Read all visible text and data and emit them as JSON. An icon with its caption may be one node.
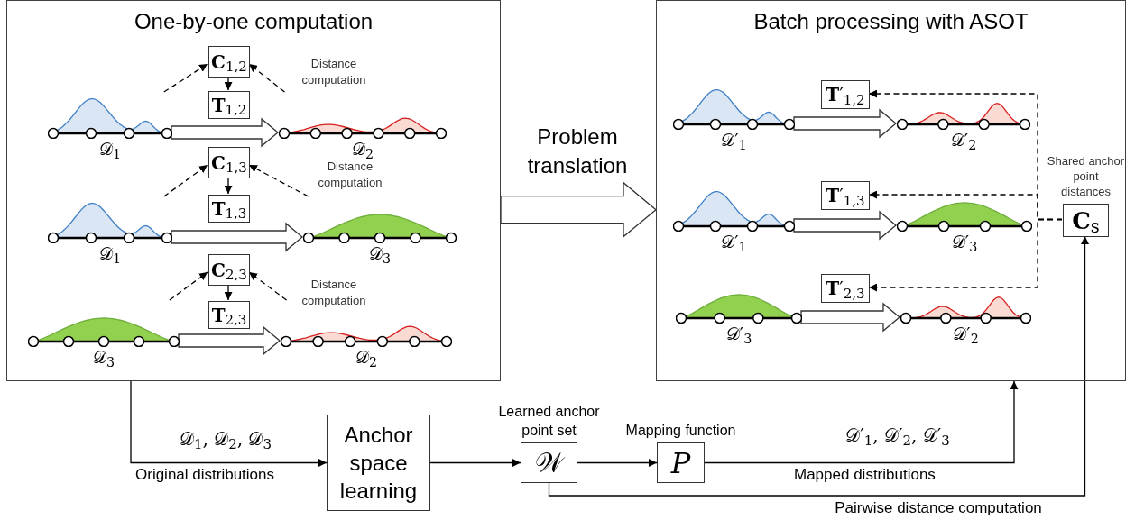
{
  "diagram": {
    "nodes": [
      {
        "text": [
          "One-by-one computation"
        ]
      },
      {
        "text": [
          "**C**$_{1,2}$"
        ],
        "in": 0
      },
      {
        "text": [
          "**T**$_{1,2}$"
        ],
        "in": 0
      },
      {
        "text": [
          "𝒟$_{1}$"
        ],
        "in": 0
      },
      {
        "text": [
          "𝒟$_{2}$"
        ],
        "in": 0
      },
      {
        "text": [
          "**C**$_{1,3}$"
        ],
        "in": 0
      },
      {
        "text": [
          "**T**$_{1,3}$"
        ],
        "in": 0
      },
      {
        "text": [
          "𝒟$_{1}$"
        ],
        "in": 0
      },
      {
        "text": [
          "𝒟$_{3}$"
        ],
        "in": 0
      },
      {
        "text": [
          "**C**$_{2,3}$"
        ],
        "in": 0
      },
      {
        "text": [
          "**T**$_{2,3}$"
        ],
        "in": 0
      },
      {
        "text": [
          "𝒟$_{3}$"
        ],
        "in": 0
      },
      {
        "text": [
          "𝒟$_{2}$"
        ],
        "in": 0
      },
      {
        "text": [
          "Batch processing with ASOT"
        ]
      },
      {
        "text": [
          "**T**′$_{1,2}$"
        ],
        "in": 13
      },
      {
        "text": [
          "𝒟′$_{1}$"
        ],
        "in": 13
      },
      {
        "text": [
          "𝒟′$_{2}$"
        ],
        "in": 13
      },
      {
        "text": [
          "**T**′$_{1,3}$"
        ],
        "in": 13
      },
      {
        "text": [
          "**C**$_{s}$"
        ],
        "in": 13,
        "beside": [
          "Shared anchor point distances"
        ]
      },
      {
        "text": [
          "𝒟′$_{1}$"
        ],
        "in": 13
      },
      {
        "text": [
          "𝒟′$_{3}$"
        ],
        "in": 13
      },
      {
        "text": [
          "**T**′$_{2,3}$"
        ],
        "in": 13
      },
      {
        "text": [
          "𝒟′$_{3}$"
        ],
        "in": 13
      },
      {
        "text": [
          "𝒟′$_{2}$"
        ],
        "in": 13
      },
      {
        "text": [
          "Anchor space learning"
        ]
      },
      {
        "text": [
          "𝒲"
        ],
        "beside": [
          "Learned anchor point set"
        ]
      },
      {
        "text": [
          "P"
        ],
        "beside": [
          "Mapping function"
        ]
      }
    ],
    "edges": [
      {
        "from": 3,
        "to": 1,
        "arrow": "to",
        "style": "dashed"
      },
      {
        "from": 4,
        "to": 1,
        "arrow": "to",
        "style": "dashed"
      },
      {
        "from": 1,
        "to": 2,
        "arrow": "to"
      },
      {
        "from": 3,
        "to": 4,
        "arrow": "to",
        "style": "thick"
      },
      {
        "from": 7,
        "to": 5,
        "arrow": "to",
        "style": "dashed"
      },
      {
        "from": 8,
        "to": 5,
        "arrow": "to",
        "style": "dashed"
      },
      {
        "from": 5,
        "to": 6,
        "arrow": "to"
      },
      {
        "from": 7,
        "to": 8,
        "arrow": "to",
        "style": "thick"
      },
      {
        "from": 11,
        "to": 9,
        "arrow": "to",
        "style": "dashed"
      },
      {
        "from": 12,
        "to": 9,
        "arrow": "to",
        "style": "dashed"
      },
      {
        "from": 9,
        "to": 10,
        "arrow": "to"
      },
      {
        "from": 11,
        "to": 12,
        "arrow": "to",
        "style": "thick"
      },
      {
        "from": 0,
        "to": 13,
        "arrow": "to",
        "style": "thick"
      },
      {
        "from": 15,
        "to": 16,
        "arrow": "to",
        "style": "thick"
      },
      {
        "from": 19,
        "to": 20,
        "arrow": "to",
        "style": "thick"
      },
      {
        "from": 22,
        "to": 23,
        "arrow": "to",
        "style": "thick"
      },
      {
        "from": 18,
        "to": 14,
        "arrow": "to",
        "style": "dashed"
      },
      {
        "from": 18,
        "to": 17,
        "arrow": "to",
        "style": "dashed"
      },
      {
        "from": 18,
        "to": 21,
        "arrow": "to",
        "style": "dashed"
      },
      {
        "from": 0,
        "to": 24,
        "arrow": "to",
        "label": "𝒟$_{1}$, 𝒟$_{2}$, 𝒟$_{3}$"
      },
      {
        "from": 24,
        "to": 25,
        "arrow": "to"
      },
      {
        "from": 25,
        "to": 26,
        "arrow": "to"
      },
      {
        "from": 26,
        "to": 13,
        "arrow": "to",
        "label": "𝒟′$_{1}$, 𝒟′$_{2}$, 𝒟′$_{3}$"
      },
      {
        "from": 25,
        "to": 18,
        "arrow": "to",
        "label": "Pairwise distance computation"
      }
    ],
    "labels": [
      "Distance computation",
      "Distance computation",
      "Distance computation",
      "Problem translation",
      "Original distributions",
      "Mapped distributions"
    ]
  }
}
